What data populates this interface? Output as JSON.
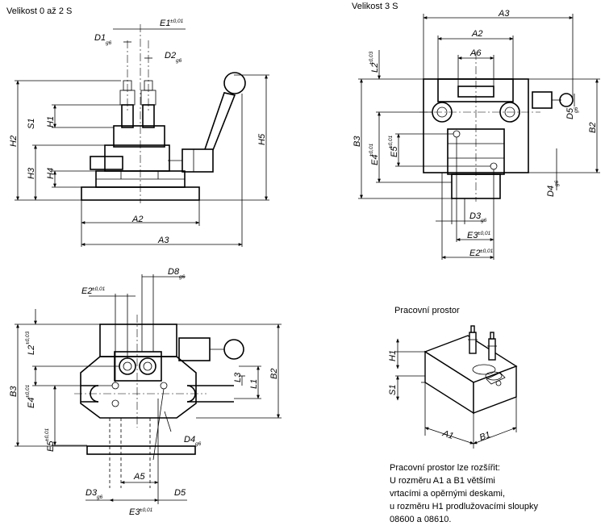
{
  "headings": {
    "size_0_2": "Velikost 0 až 2 S",
    "size_3": "Velikost 3 S",
    "work_area": "Pracovní prostor"
  },
  "note": {
    "lines": [
      "Pracovní prostor lze rozšířit:",
      "U rozměru A1 a B1 většími",
      "vrtacími a opěrnými deskami,",
      "u rozměru H1 prodlužovacími sloupky",
      "08600 a 08610."
    ]
  },
  "dimensions": {
    "D1": "D1",
    "D2": "D2",
    "D3": "D3",
    "D4": "D4",
    "D5": "D5",
    "D8": "D8",
    "E1": "E1",
    "E2": "E2",
    "E3": "E3",
    "E4": "E4",
    "E5": "E5",
    "A1": "A1",
    "A2": "A2",
    "A3": "A3",
    "A5": "A5",
    "A6": "A6",
    "B1": "B1",
    "B2": "B2",
    "B3": "B3",
    "H1": "H1",
    "H2": "H2",
    "H3": "H3",
    "H4": "H4",
    "H5": "H5",
    "L1": "L1",
    "L2": "L2",
    "L3": "L3",
    "S1": "S1"
  },
  "fits": {
    "g6": "g6",
    "tol_001": "±0,01",
    "tol_003": "±0,03"
  }
}
